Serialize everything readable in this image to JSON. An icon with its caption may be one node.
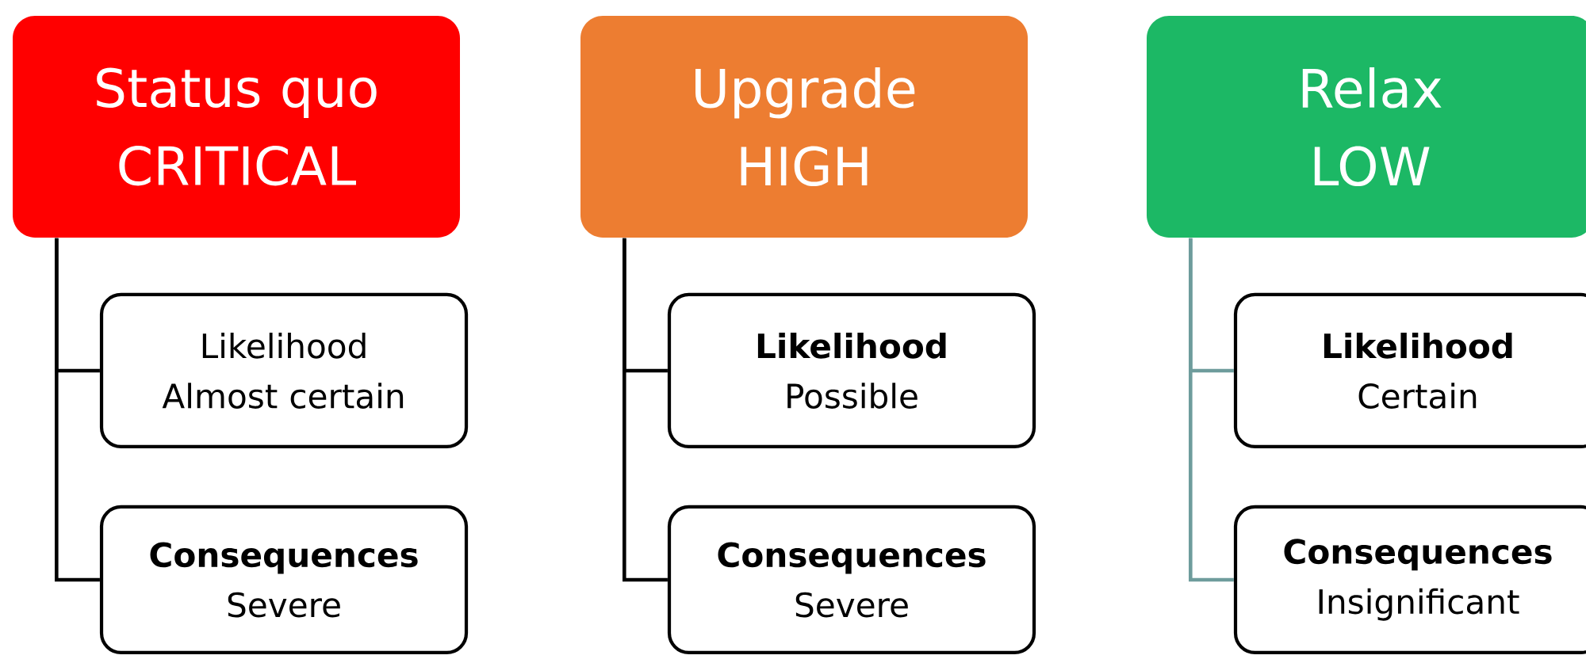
{
  "diagram": {
    "nodes": [
      {
        "text": [
          "Status quo",
          "CRITICAL"
        ]
      },
      {
        "text": [
          "Likelihood",
          "Almost certain"
        ]
      },
      {
        "text": [
          "**Consequences**",
          "Severe"
        ]
      },
      {
        "text": [
          "Upgrade",
          "HIGH"
        ]
      },
      {
        "text": [
          "**Likelihood**",
          "Possible"
        ]
      },
      {
        "text": [
          "**Consequences**",
          "Severe"
        ]
      },
      {
        "text": [
          "Relax",
          "LOW"
        ]
      },
      {
        "text": [
          "**Likelihood**",
          "Certain"
        ]
      },
      {
        "text": [
          "**Consequences**",
          "Insignificant"
        ]
      }
    ],
    "edges": [
      {
        "from": 0,
        "to": 1,
        "arrow": "none"
      },
      {
        "from": 0,
        "to": 2,
        "arrow": "none"
      },
      {
        "from": 3,
        "to": 4,
        "arrow": "none"
      },
      {
        "from": 3,
        "to": 5,
        "arrow": "none"
      },
      {
        "from": 6,
        "to": 7,
        "arrow": "none",
        "color": "#6e9c9c"
      },
      {
        "from": 6,
        "to": 8,
        "arrow": "none",
        "color": "#6e9c9c"
      }
    ]
  }
}
